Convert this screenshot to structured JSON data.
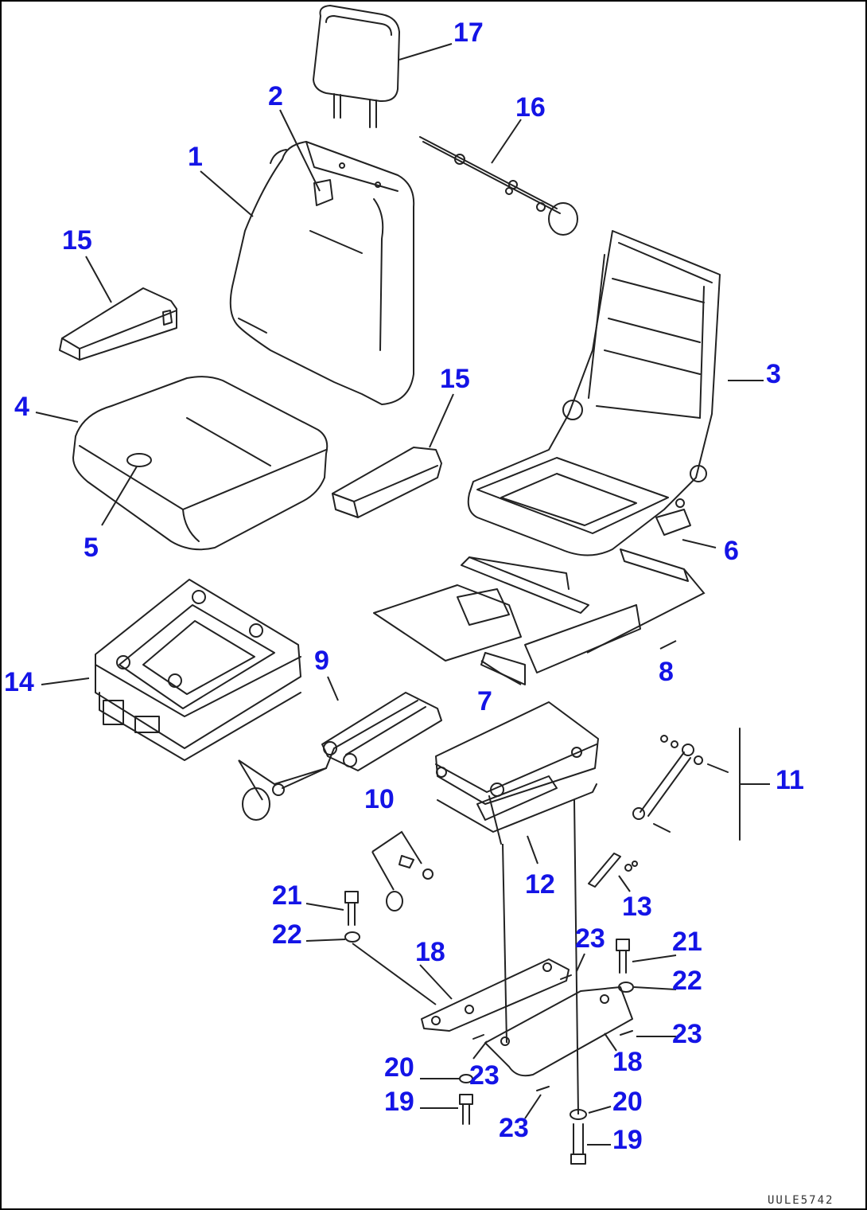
{
  "diagram": {
    "parts": [
      {
        "id": "headrest",
        "callout": "17"
      },
      {
        "id": "seat-back-cover",
        "callout": "1"
      },
      {
        "id": "seat-back-tag",
        "callout": "2"
      },
      {
        "id": "lumbar-adjuster",
        "callout": "16"
      },
      {
        "id": "armrest-left",
        "callout": "15"
      },
      {
        "id": "armrest-right",
        "callout": "15"
      },
      {
        "id": "seat-frame",
        "callout": "3"
      },
      {
        "id": "seat-cushion",
        "callout": "4"
      },
      {
        "id": "cushion-tag",
        "callout": "5"
      },
      {
        "id": "hinge-bracket",
        "callout": "6"
      },
      {
        "id": "slide-rail",
        "callout": "7"
      },
      {
        "id": "rail-assembly",
        "callout": "8"
      },
      {
        "id": "suspension-cover",
        "callout": "14"
      },
      {
        "id": "knob-assembly",
        "callout": "9"
      },
      {
        "id": "clip-set",
        "callout": "10"
      },
      {
        "id": "damper-assembly",
        "callout": "11"
      },
      {
        "id": "suspension-unit",
        "callout": "12"
      },
      {
        "id": "link-set",
        "callout": "13"
      },
      {
        "id": "bolt-left",
        "callout": "21"
      },
      {
        "id": "washer-left",
        "callout": "22"
      },
      {
        "id": "bracket-left",
        "callout": "18"
      },
      {
        "id": "spacer-upper",
        "callout": "23"
      },
      {
        "id": "bolt-right",
        "callout": "21"
      },
      {
        "id": "washer-right",
        "callout": "22"
      },
      {
        "id": "spacer-right",
        "callout": "23"
      },
      {
        "id": "bracket-right",
        "callout": "18"
      },
      {
        "id": "washer-lower-left",
        "callout": "20"
      },
      {
        "id": "spacer-mid",
        "callout": "23"
      },
      {
        "id": "bolt-lower-left",
        "callout": "19"
      },
      {
        "id": "spacer-lower",
        "callout": "23"
      },
      {
        "id": "washer-lower-right",
        "callout": "20"
      },
      {
        "id": "bolt-lower-right",
        "callout": "19"
      }
    ],
    "document_id": "UULE5742",
    "callout_color": "#1414e6",
    "line_color": "#222222"
  }
}
